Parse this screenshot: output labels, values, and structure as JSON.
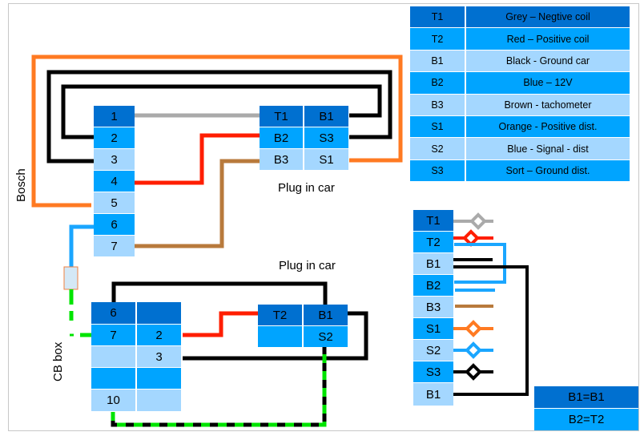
{
  "legend": {
    "rows": [
      {
        "code": "T1",
        "desc": "Grey – Negtive coil",
        "shade": "d"
      },
      {
        "code": "T2",
        "desc": "Red – Positive coil",
        "shade": "m"
      },
      {
        "code": "B1",
        "desc": "Black - Ground car",
        "shade": "l"
      },
      {
        "code": "B2",
        "desc": "Blue – 12V",
        "shade": "m"
      },
      {
        "code": "B3",
        "desc": "Brown - tachometer",
        "shade": "l"
      },
      {
        "code": "S1",
        "desc": "Orange - Positive dist.",
        "shade": "m"
      },
      {
        "code": "S2",
        "desc": "Blue - Signal - dist",
        "shade": "l"
      },
      {
        "code": "S3",
        "desc": "Sort – Ground dist.",
        "shade": "m"
      }
    ]
  },
  "bosch": {
    "label": "Bosch",
    "pins": [
      "1",
      "2",
      "3",
      "4",
      "5",
      "6",
      "7"
    ]
  },
  "plug_top": {
    "label": "Plug in car",
    "cells": [
      [
        "T1",
        "B1"
      ],
      [
        "B2",
        "S3"
      ],
      [
        "B3",
        "S1"
      ]
    ]
  },
  "cb_box": {
    "label": "CB box",
    "cells": [
      [
        "6",
        ""
      ],
      [
        "7",
        "2"
      ],
      [
        "",
        "3"
      ],
      [
        "",
        ""
      ],
      [
        "10",
        ""
      ]
    ]
  },
  "plug_bottom": {
    "label": "Plug in car",
    "cells": [
      [
        "T2",
        "B1"
      ],
      [
        "",
        "S2"
      ]
    ]
  },
  "pin_key": {
    "pins": [
      "T1",
      "T2",
      "B1",
      "B2",
      "B3",
      "S1",
      "S2",
      "S3",
      "B1"
    ]
  },
  "equivalences": [
    "B1=B1",
    "B2=T2"
  ],
  "colors": {
    "dark_blue": "#0070d0",
    "mid_blue": "#00a4ff",
    "light_blue": "#a4d7ff",
    "orange": "#ff7a22",
    "black": "#000000",
    "grey": "#aaaaaa",
    "red": "#ff1e00",
    "brown": "#b87a3c",
    "blue_wire": "#1aa6ff",
    "green": "#00e400"
  }
}
